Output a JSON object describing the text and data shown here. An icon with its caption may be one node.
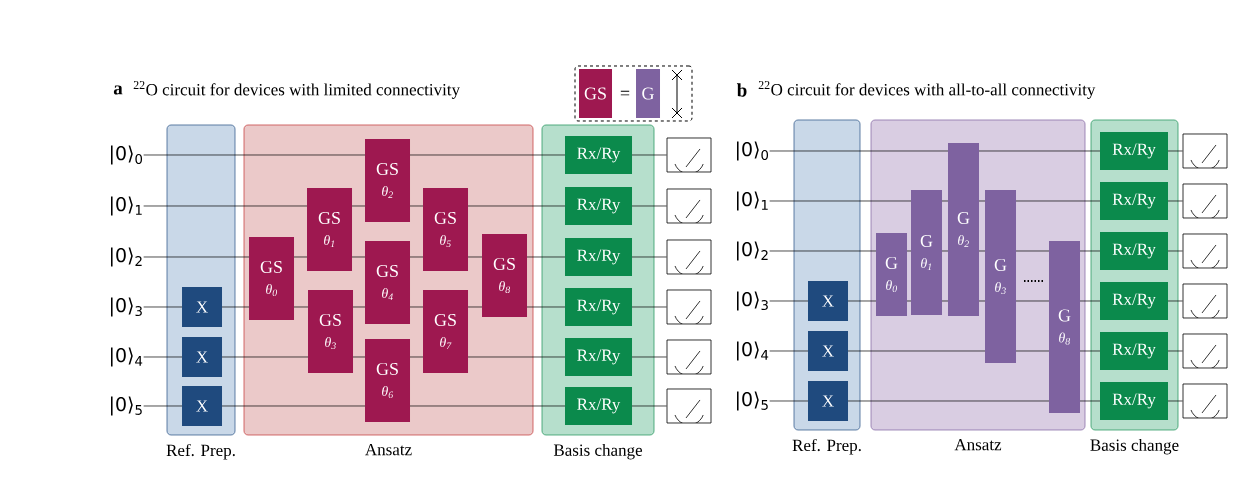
{
  "diagram": {
    "nodes": [
      {
        "text": [],
        "shape": "box"
      },
      {
        "text": [
          "GS"
        ],
        "in": 0
      },
      {
        "text": [
          "G"
        ],
        "in": 0
      },
      {
        "text": [
          "|0⟩$_{0}$"
        ]
      },
      {
        "text": [
          "|0⟩$_{1}$"
        ]
      },
      {
        "text": [
          "|0⟩$_{2}$"
        ]
      },
      {
        "text": [
          "|0⟩$_{3}$"
        ]
      },
      {
        "text": [
          "|0⟩$_{4}$"
        ]
      },
      {
        "text": [
          "|0⟩$_{5}$"
        ]
      },
      {
        "text": [
          "Ref. Prep."
        ]
      },
      {
        "text": [
          "X"
        ],
        "in": 9
      },
      {
        "text": [
          "X"
        ],
        "in": 9
      },
      {
        "text": [
          "X"
        ],
        "in": 9
      },
      {
        "text": [
          "Ansatz"
        ]
      },
      {
        "text": [
          "GS",
          "θ$_{0}$"
        ],
        "in": 13
      },
      {
        "text": [
          "GS",
          "θ$_{1}$"
        ],
        "in": 13
      },
      {
        "text": [
          "GS",
          "θ$_{2}$"
        ],
        "in": 13
      },
      {
        "text": [
          "GS",
          "θ$_{3}$"
        ],
        "in": 13
      },
      {
        "text": [
          "GS",
          "θ$_{4}$"
        ],
        "in": 13
      },
      {
        "text": [
          "GS",
          "θ$_{5}$"
        ],
        "in": 13
      },
      {
        "text": [
          "GS",
          "θ$_{6}$"
        ],
        "in": 13
      },
      {
        "text": [
          "GS",
          "θ$_{7}$"
        ],
        "in": 13
      },
      {
        "text": [
          "GS",
          "θ$_{8}$"
        ],
        "in": 13
      },
      {
        "text": [
          "Basis change"
        ]
      },
      {
        "text": [
          "Rx/Ry"
        ],
        "in": 23
      },
      {
        "text": [
          "Rx/Ry"
        ],
        "in": 23
      },
      {
        "text": [
          "Rx/Ry"
        ],
        "in": 23
      },
      {
        "text": [
          "Rx/Ry"
        ],
        "in": 23
      },
      {
        "text": [
          "Rx/Ry"
        ],
        "in": 23
      },
      {
        "text": [
          "Rx/Ry"
        ],
        "in": 23
      },
      {
        "text": [],
        "shape": "box"
      },
      {
        "text": [],
        "shape": "box"
      },
      {
        "text": [],
        "shape": "box"
      },
      {
        "text": [],
        "shape": "box"
      },
      {
        "text": [],
        "shape": "box"
      },
      {
        "text": [],
        "shape": "box"
      },
      {
        "text": [
          "|0⟩$_{0}$"
        ]
      },
      {
        "text": [
          "|0⟩$_{1}$"
        ]
      },
      {
        "text": [
          "|0⟩$_{2}$"
        ]
      },
      {
        "text": [
          "|0⟩$_{3}$"
        ]
      },
      {
        "text": [
          "|0⟩$_{4}$"
        ]
      },
      {
        "text": [
          "|0⟩$_{5}$"
        ]
      },
      {
        "text": [
          "Ref. Prep."
        ]
      },
      {
        "text": [
          "X"
        ],
        "in": 42
      },
      {
        "text": [
          "X"
        ],
        "in": 42
      },
      {
        "text": [
          "X"
        ],
        "in": 42
      },
      {
        "text": [
          "Ansatz"
        ]
      },
      {
        "text": [
          "G",
          "θ$_{0}$"
        ],
        "in": 46
      },
      {
        "text": [
          "G",
          "θ$_{1}$"
        ],
        "in": 46
      },
      {
        "text": [
          "G",
          "θ$_{2}$"
        ],
        "in": 46
      },
      {
        "text": [
          "G",
          "θ$_{3}$"
        ],
        "in": 46
      },
      {
        "text": [
          "G",
          "θ$_{8}$"
        ],
        "in": 46
      },
      {
        "text": [
          "Basis change"
        ]
      },
      {
        "text": [
          "Rx/Ry"
        ],
        "in": 52
      },
      {
        "text": [
          "Rx/Ry"
        ],
        "in": 52
      },
      {
        "text": [
          "Rx/Ry"
        ],
        "in": 52
      },
      {
        "text": [
          "Rx/Ry"
        ],
        "in": 52
      },
      {
        "text": [
          "Rx/Ry"
        ],
        "in": 52
      },
      {
        "text": [
          "Rx/Ry"
        ],
        "in": 52
      },
      {
        "text": [],
        "shape": "box"
      },
      {
        "text": [],
        "shape": "box"
      },
      {
        "text": [],
        "shape": "box"
      },
      {
        "text": [],
        "shape": "box"
      },
      {
        "text": [],
        "shape": "box"
      },
      {
        "text": [],
        "shape": "box"
      }
    ],
    "edges": [
      {
        "from": 3,
        "to": 16,
        "arrow": "none"
      },
      {
        "from": 16,
        "to": 24,
        "arrow": "none"
      },
      {
        "from": 24,
        "to": 30,
        "arrow": "none"
      },
      {
        "from": 4,
        "to": 15,
        "arrow": "none"
      },
      {
        "from": 15,
        "to": 16,
        "arrow": "none"
      },
      {
        "from": 16,
        "to": 19,
        "arrow": "none"
      },
      {
        "from": 19,
        "to": 25,
        "arrow": "none"
      },
      {
        "from": 25,
        "to": 31,
        "arrow": "none"
      },
      {
        "from": 5,
        "to": 14,
        "arrow": "none"
      },
      {
        "from": 14,
        "to": 15,
        "arrow": "none"
      },
      {
        "from": 15,
        "to": 18,
        "arrow": "none"
      },
      {
        "from": 18,
        "to": 19,
        "arrow": "none"
      },
      {
        "from": 19,
        "to": 22,
        "arrow": "none"
      },
      {
        "from": 22,
        "to": 26,
        "arrow": "none"
      },
      {
        "from": 26,
        "to": 32,
        "arrow": "none"
      },
      {
        "from": 6,
        "to": 10,
        "arrow": "none"
      },
      {
        "from": 10,
        "to": 14,
        "arrow": "none"
      },
      {
        "from": 14,
        "to": 17,
        "arrow": "none"
      },
      {
        "from": 17,
        "to": 18,
        "arrow": "none"
      },
      {
        "from": 18,
        "to": 21,
        "arrow": "none"
      },
      {
        "from": 21,
        "to": 22,
        "arrow": "none"
      },
      {
        "from": 22,
        "to": 27,
        "arrow": "none"
      },
      {
        "from": 27,
        "to": 33,
        "arrow": "none"
      },
      {
        "from": 7,
        "to": 11,
        "arrow": "none"
      },
      {
        "from": 11,
        "to": 17,
        "arrow": "none"
      },
      {
        "from": 17,
        "to": 20,
        "arrow": "none"
      },
      {
        "from": 20,
        "to": 21,
        "arrow": "none"
      },
      {
        "from": 21,
        "to": 28,
        "arrow": "none"
      },
      {
        "from": 28,
        "to": 34,
        "arrow": "none"
      },
      {
        "from": 8,
        "to": 12,
        "arrow": "none"
      },
      {
        "from": 12,
        "to": 20,
        "arrow": "none"
      },
      {
        "from": 20,
        "to": 29,
        "arrow": "none"
      },
      {
        "from": 29,
        "to": 35,
        "arrow": "none"
      },
      {
        "from": 36,
        "to": 49,
        "arrow": "none"
      },
      {
        "from": 49,
        "to": 53,
        "arrow": "none"
      },
      {
        "from": 53,
        "to": 59,
        "arrow": "none"
      },
      {
        "from": 37,
        "to": 48,
        "arrow": "none"
      },
      {
        "from": 48,
        "to": 49,
        "arrow": "none"
      },
      {
        "from": 49,
        "to": 50,
        "arrow": "none"
      },
      {
        "from": 50,
        "to": 54,
        "arrow": "none"
      },
      {
        "from": 54,
        "to": 60,
        "arrow": "none"
      },
      {
        "from": 38,
        "to": 47,
        "arrow": "none"
      },
      {
        "from": 47,
        "to": 48,
        "arrow": "none"
      },
      {
        "from": 48,
        "to": 49,
        "arrow": "none"
      },
      {
        "from": 49,
        "to": 50,
        "arrow": "none"
      },
      {
        "from": 50,
        "to": 51,
        "arrow": "none"
      },
      {
        "from": 51,
        "to": 55,
        "arrow": "none"
      },
      {
        "from": 55,
        "to": 61,
        "arrow": "none"
      },
      {
        "from": 39,
        "to": 43,
        "arrow": "none"
      },
      {
        "from": 43,
        "to": 47,
        "arrow": "none"
      },
      {
        "from": 47,
        "to": 48,
        "arrow": "none"
      },
      {
        "from": 48,
        "to": 49,
        "arrow": "none"
      },
      {
        "from": 49,
        "to": 50,
        "arrow": "none"
      },
      {
        "from": 50,
        "to": 51,
        "arrow": "none"
      },
      {
        "from": 51,
        "to": 56,
        "arrow": "none"
      },
      {
        "from": 56,
        "to": 62,
        "arrow": "none"
      },
      {
        "from": 40,
        "to": 44,
        "arrow": "none"
      },
      {
        "from": 44,
        "to": 50,
        "arrow": "none"
      },
      {
        "from": 50,
        "to": 51,
        "arrow": "none"
      },
      {
        "from": 51,
        "to": 57,
        "arrow": "none"
      },
      {
        "from": 57,
        "to": 63,
        "arrow": "none"
      },
      {
        "from": 41,
        "to": 45,
        "arrow": "none"
      },
      {
        "from": 45,
        "to": 51,
        "arrow": "none"
      },
      {
        "from": 51,
        "to": 58,
        "arrow": "none"
      },
      {
        "from": 58,
        "to": 64,
        "arrow": "none"
      }
    ],
    "labels": [
      "a",
      "$^{22}$O circuit for devices with limited connectivity",
      "=",
      "b",
      "$^{22}$O circuit for devices with all-to-all connectivity"
    ]
  }
}
